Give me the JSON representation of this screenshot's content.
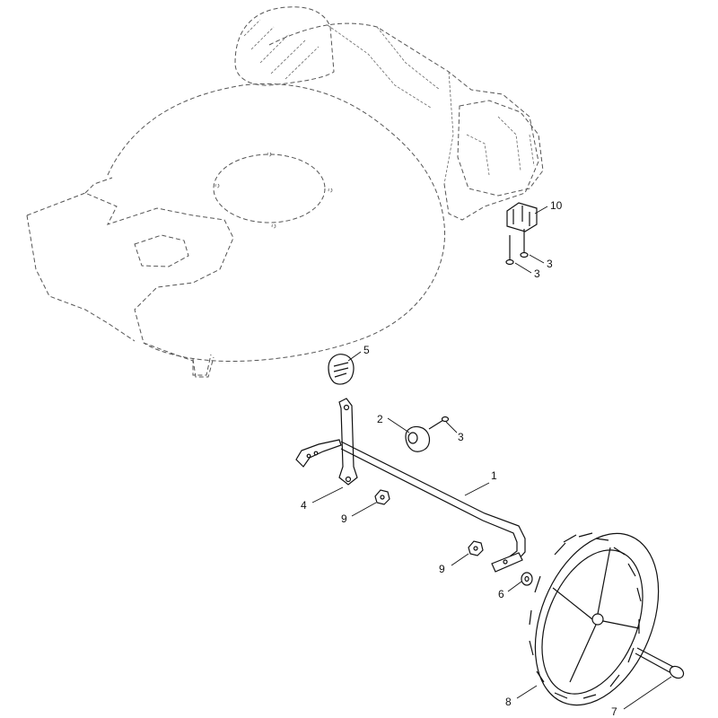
{
  "diagram": {
    "callouts": [
      {
        "id": "c10",
        "label": "10"
      },
      {
        "id": "c3a",
        "label": "3"
      },
      {
        "id": "c3b",
        "label": "3"
      },
      {
        "id": "c5",
        "label": "5"
      },
      {
        "id": "c2",
        "label": "2"
      },
      {
        "id": "c3c",
        "label": "3"
      },
      {
        "id": "c1",
        "label": "1"
      },
      {
        "id": "c4",
        "label": "4"
      },
      {
        "id": "c9a",
        "label": "9"
      },
      {
        "id": "c9b",
        "label": "9"
      },
      {
        "id": "c6",
        "label": "6"
      },
      {
        "id": "c8",
        "label": "8"
      },
      {
        "id": "c7",
        "label": "7"
      }
    ]
  }
}
